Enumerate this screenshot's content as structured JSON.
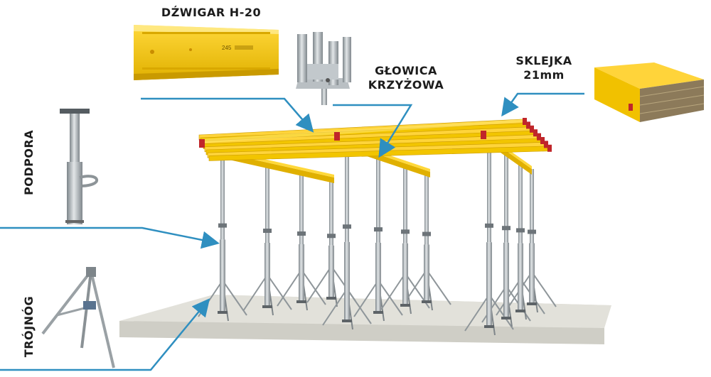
{
  "labels": {
    "beam": "DŹWIGAR H-20",
    "head_line1": "GŁOWICA",
    "head_line2": "KRZYŻOWA",
    "plywood_line1": "SKLEJKA",
    "plywood_line2": "21mm",
    "prop": "PODPORA",
    "tripod": "TRÓJNÓG"
  },
  "beam_marking": "245",
  "colors": {
    "beam_yellow": "#f2c500",
    "beam_dark": "#c99a00",
    "steel": "#a9b0b5",
    "steel_dark": "#6d7479",
    "clamp_red": "#c0262a",
    "arrow_blue": "#2f8fc0",
    "concrete": "#d7d6cf"
  }
}
